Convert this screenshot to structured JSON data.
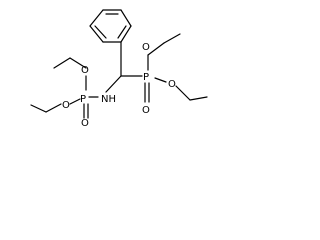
{
  "molecule": {
    "atoms": {
      "O1": "O",
      "O2": "O",
      "O3": "O",
      "O4": "O",
      "O5": "O",
      "O6": "O",
      "P_left": "P",
      "P_right": "P",
      "NH": "NH"
    }
  }
}
